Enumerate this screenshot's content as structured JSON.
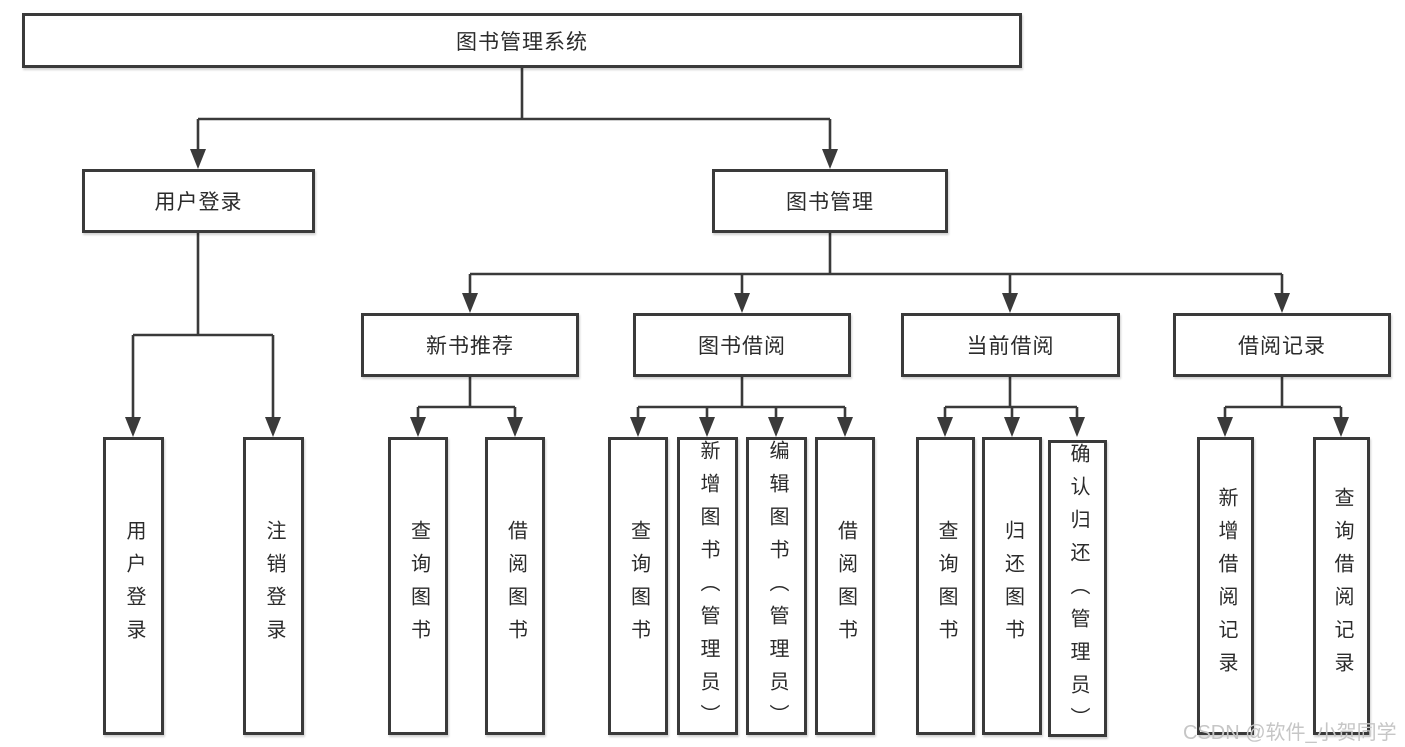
{
  "diagram": {
    "root": {
      "label": "图书管理系统"
    },
    "login": {
      "label": "用户登录",
      "children": [
        {
          "label": "用户登录"
        },
        {
          "label": "注销登录"
        }
      ]
    },
    "mgmt": {
      "label": "图书管理",
      "children": [
        {
          "label": "新书推荐",
          "children": [
            {
              "label": "查询图书"
            },
            {
              "label": "借阅图书"
            }
          ]
        },
        {
          "label": "图书借阅",
          "children": [
            {
              "label": "查询图书"
            },
            {
              "label": "新增图书（管理员）"
            },
            {
              "label": "编辑图书（管理员）"
            },
            {
              "label": "借阅图书"
            }
          ]
        },
        {
          "label": "当前借阅",
          "children": [
            {
              "label": "查询图书"
            },
            {
              "label": "归还图书"
            },
            {
              "label": "确认归还（管理员）"
            }
          ]
        },
        {
          "label": "借阅记录",
          "children": [
            {
              "label": "新增借阅记录"
            },
            {
              "label": "查询借阅记录"
            }
          ]
        }
      ]
    }
  },
  "watermark": {
    "text": "CSDN @软件_小贺同学"
  },
  "colors": {
    "line": "#3a3a3a",
    "text": "#2b2b2b",
    "background": "#ffffff",
    "watermark": "#c6c6c6"
  }
}
